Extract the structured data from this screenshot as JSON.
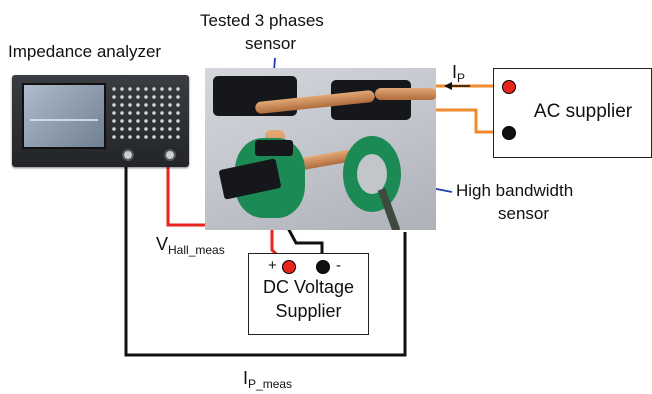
{
  "labels": {
    "tested_sensor_line1": "Tested 3 phases",
    "tested_sensor_line2": "sensor",
    "impedance_analyzer": "Impedance analyzer",
    "ac_supplier": "AC supplier",
    "high_bandwidth_line1": "High bandwidth",
    "high_bandwidth_line2": "sensor",
    "dc_supplier_line1": "DC Voltage",
    "dc_supplier_line2": "Supplier",
    "plus": "+",
    "minus": "-",
    "v_hall_main": "V",
    "v_hall_sub": "Hall_meas",
    "ip_main": "I",
    "ip_sub": "P",
    "ip_meas_main": "I",
    "ip_meas_sub": "P_meas"
  },
  "colors": {
    "red_wire": "#e8241c",
    "black_wire": "#111111",
    "orange_wire": "#f28a2e",
    "blue_arrow": "#1f3fae",
    "red_terminal": "#e8241c",
    "black_terminal": "#111111"
  }
}
